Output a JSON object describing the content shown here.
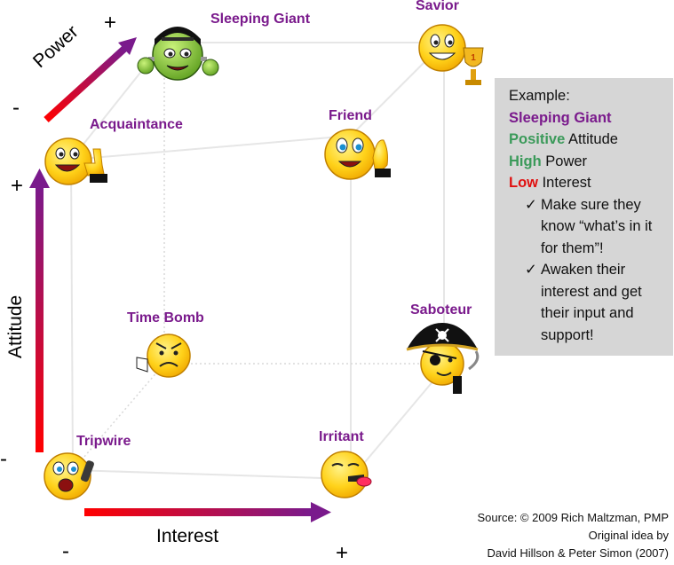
{
  "nodes": {
    "sleeping_giant": "Sleeping Giant",
    "savior": "Savior",
    "acquaintance": "Acquaintance",
    "friend": "Friend",
    "time_bomb": "Time Bomb",
    "saboteur": "Saboteur",
    "tripwire": "Tripwire",
    "irritant": "Irritant"
  },
  "axes": {
    "power": {
      "title": "Power",
      "minus": "-",
      "plus": "+"
    },
    "attitude": {
      "title": "Attitude",
      "minus": "-",
      "plus": "+"
    },
    "interest": {
      "title": "Interest",
      "minus": "-",
      "plus": "+"
    }
  },
  "example": {
    "heading": "Example:",
    "name": "Sleeping Giant",
    "attitude_level": "Positive",
    "attitude_text": "Attitude",
    "power_level": "High",
    "power_text": "Power",
    "interest_level": "Low",
    "interest_text": "Interest",
    "bullets": [
      "Make sure they know “what’s in it for them”!",
      "Awaken their interest and get their input and support!"
    ]
  },
  "source": {
    "line1": "Source:  © 2009 Rich Maltzman, PMP",
    "line2": "Original idea by",
    "line3": "David Hillson & Peter Simon (2007)"
  },
  "colors": {
    "label": "#7a1a8c",
    "arrow_start": "#ff0000",
    "arrow_end": "#7a1a8c",
    "face": "#ffd21a",
    "frankenstein": "#7fc232",
    "example_bg": "#d6d6d6",
    "green_text": "#3b9a5a",
    "red_text": "#e01010"
  },
  "icons": {
    "sleeping_giant": "frankenstein-smiley-icon",
    "savior": "trophy-smiley-icon",
    "acquaintance": "thumbs-up-smiley-icon",
    "friend": "waving-smiley-icon",
    "time_bomb": "angry-smiley-icon",
    "saboteur": "pirate-smiley-icon",
    "tripwire": "phone-smiley-icon",
    "irritant": "tongue-smiley-icon"
  }
}
